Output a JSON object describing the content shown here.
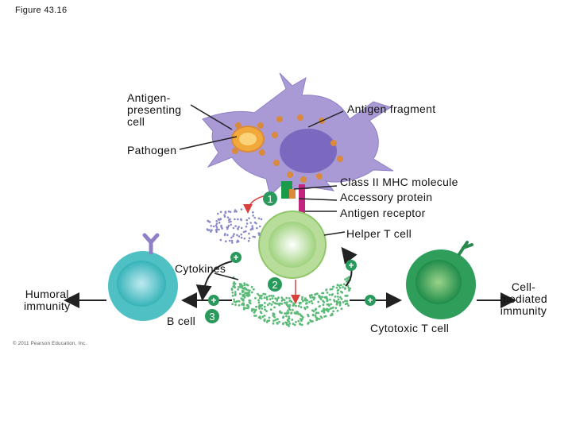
{
  "figure_title": "Figure 43.16",
  "labels": {
    "apc": "Antigen-\npresenting\ncell",
    "antigen_fragment": "Antigen fragment",
    "pathogen": "Pathogen",
    "class2_mhc": "Class II MHC molecule",
    "accessory_protein": "Accessory protein",
    "antigen_receptor": "Antigen receptor",
    "helper_t": "Helper T cell",
    "cytokines": "Cytokines",
    "humoral": "Humoral\nimmunity",
    "b_cell": "B cell",
    "cytotoxic_t": "Cytotoxic T cell",
    "cell_mediated": "Cell-\nmediated\nimmunity",
    "copyright": "© 2011 Pearson Education, Inc."
  },
  "steps": {
    "one": "1",
    "two": "2",
    "three": "3"
  },
  "plus_sign": "+",
  "colors": {
    "apc_body": "#a99ad6",
    "apc_nucleus": "#7b69bf",
    "pathogen": "#f2a93b",
    "antigen_fragment": "#d98a3c",
    "helper_t": "#b8dd9a",
    "cytotoxic_t": "#2f9e5a",
    "b_cell": "#4fc1c4",
    "mhc": "#1a9a4a",
    "receptor": "#c2257f",
    "step_badge": "#2a9a5c",
    "arrow_red": "#d9413c"
  }
}
